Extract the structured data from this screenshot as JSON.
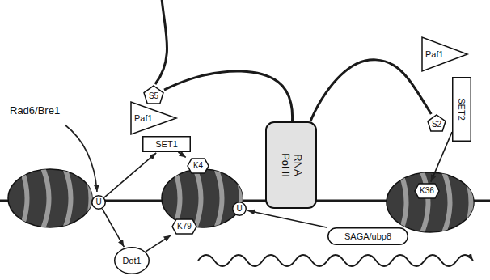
{
  "diagram": {
    "nodes": [
      {
        "text": [
          "S5"
        ]
      },
      {
        "text": [
          "Paf1"
        ]
      },
      {
        "text": [
          "SET1"
        ]
      },
      {
        "text": [
          "Paf1"
        ]
      },
      {
        "text": [
          "S2"
        ]
      },
      {
        "text": [
          "SET2"
        ]
      },
      {
        "text": [
          "RNA Pol II"
        ]
      },
      {
        "text": [
          "U"
        ]
      },
      {
        "text": [
          "K4"
        ]
      },
      {
        "text": [
          "K79"
        ]
      },
      {
        "text": [
          "U"
        ]
      },
      {
        "text": [
          "K36"
        ]
      },
      {
        "text": [
          "SAGA/ubp8"
        ]
      },
      {
        "text": [
          "Dot1"
        ]
      }
    ],
    "edges": [
      {
        "from": 7,
        "to": 2,
        "arrow": "to"
      },
      {
        "from": 7,
        "to": 13,
        "arrow": "to"
      },
      {
        "from": 2,
        "to": 8,
        "arrow": "to"
      },
      {
        "from": 13,
        "to": 9,
        "arrow": "to"
      },
      {
        "from": 5,
        "to": 11,
        "arrow": "to"
      },
      {
        "from": 12,
        "to": 10,
        "arrow": "to"
      },
      {
        "from": 6,
        "to": 0,
        "arrow": "none"
      },
      {
        "from": 6,
        "to": 4,
        "arrow": "none"
      }
    ],
    "labels": [
      "Rad6/Bre1"
    ]
  }
}
